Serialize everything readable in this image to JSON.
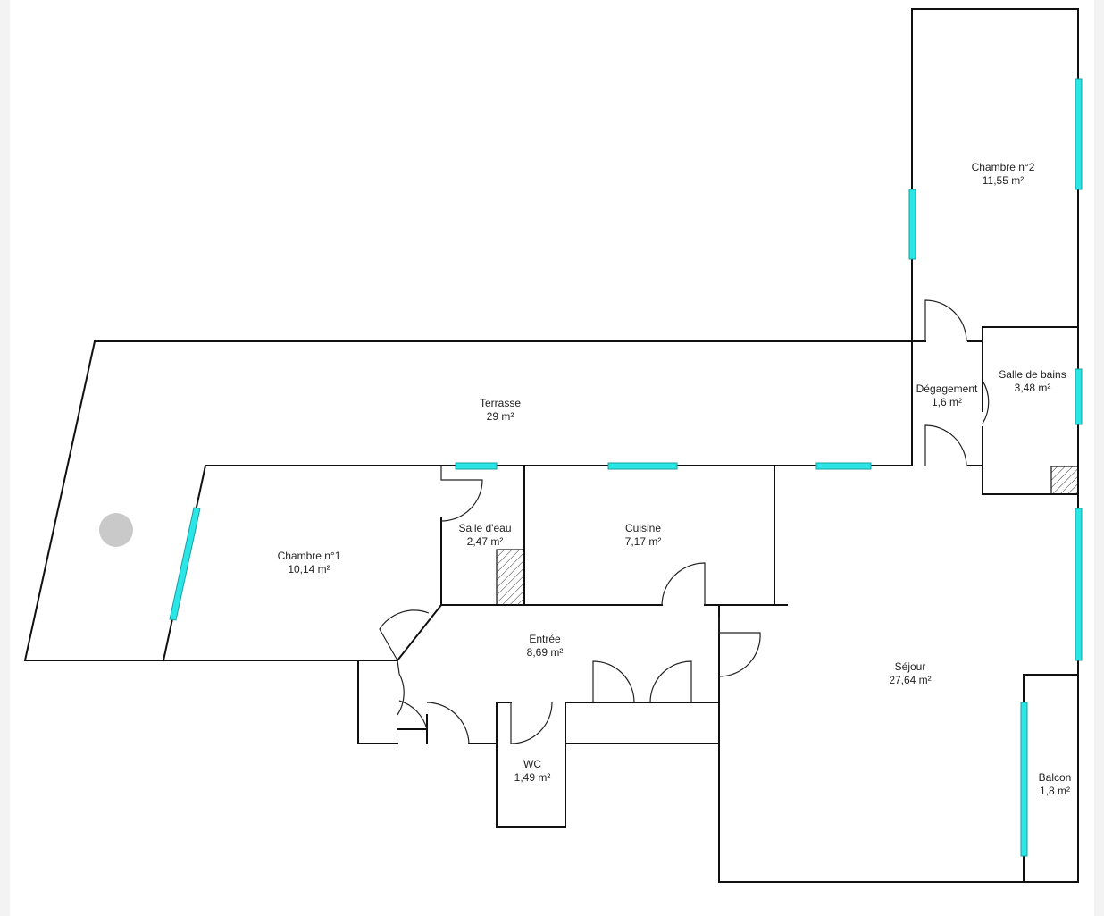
{
  "rooms": [
    {
      "id": "chambre2",
      "name": "Chambre n°2",
      "area": "11,55  m²"
    },
    {
      "id": "terrasse",
      "name": "Terrasse",
      "area": "29  m²"
    },
    {
      "id": "degagement",
      "name": "Dégagement",
      "area": "1,6  m²"
    },
    {
      "id": "sdb",
      "name": "Salle de bains",
      "area": "3,48  m²"
    },
    {
      "id": "chambre1",
      "name": "Chambre n°1",
      "area": "10,14  m²"
    },
    {
      "id": "salleeau",
      "name": "Salle d'eau",
      "area": "2,47  m²"
    },
    {
      "id": "cuisine",
      "name": "Cuisine",
      "area": "7,17  m²"
    },
    {
      "id": "entree",
      "name": "Entrée",
      "area": "8,69  m²"
    },
    {
      "id": "sejour",
      "name": "Séjour",
      "area": "27,64  m²"
    },
    {
      "id": "wc",
      "name": "WC",
      "area": "1,49  m²"
    },
    {
      "id": "balcon",
      "name": "Balcon",
      "area": "1,8  m²"
    }
  ],
  "colors": {
    "window": "#2ae6e6",
    "wall": "#111111",
    "marker": "#c9c9ca"
  }
}
